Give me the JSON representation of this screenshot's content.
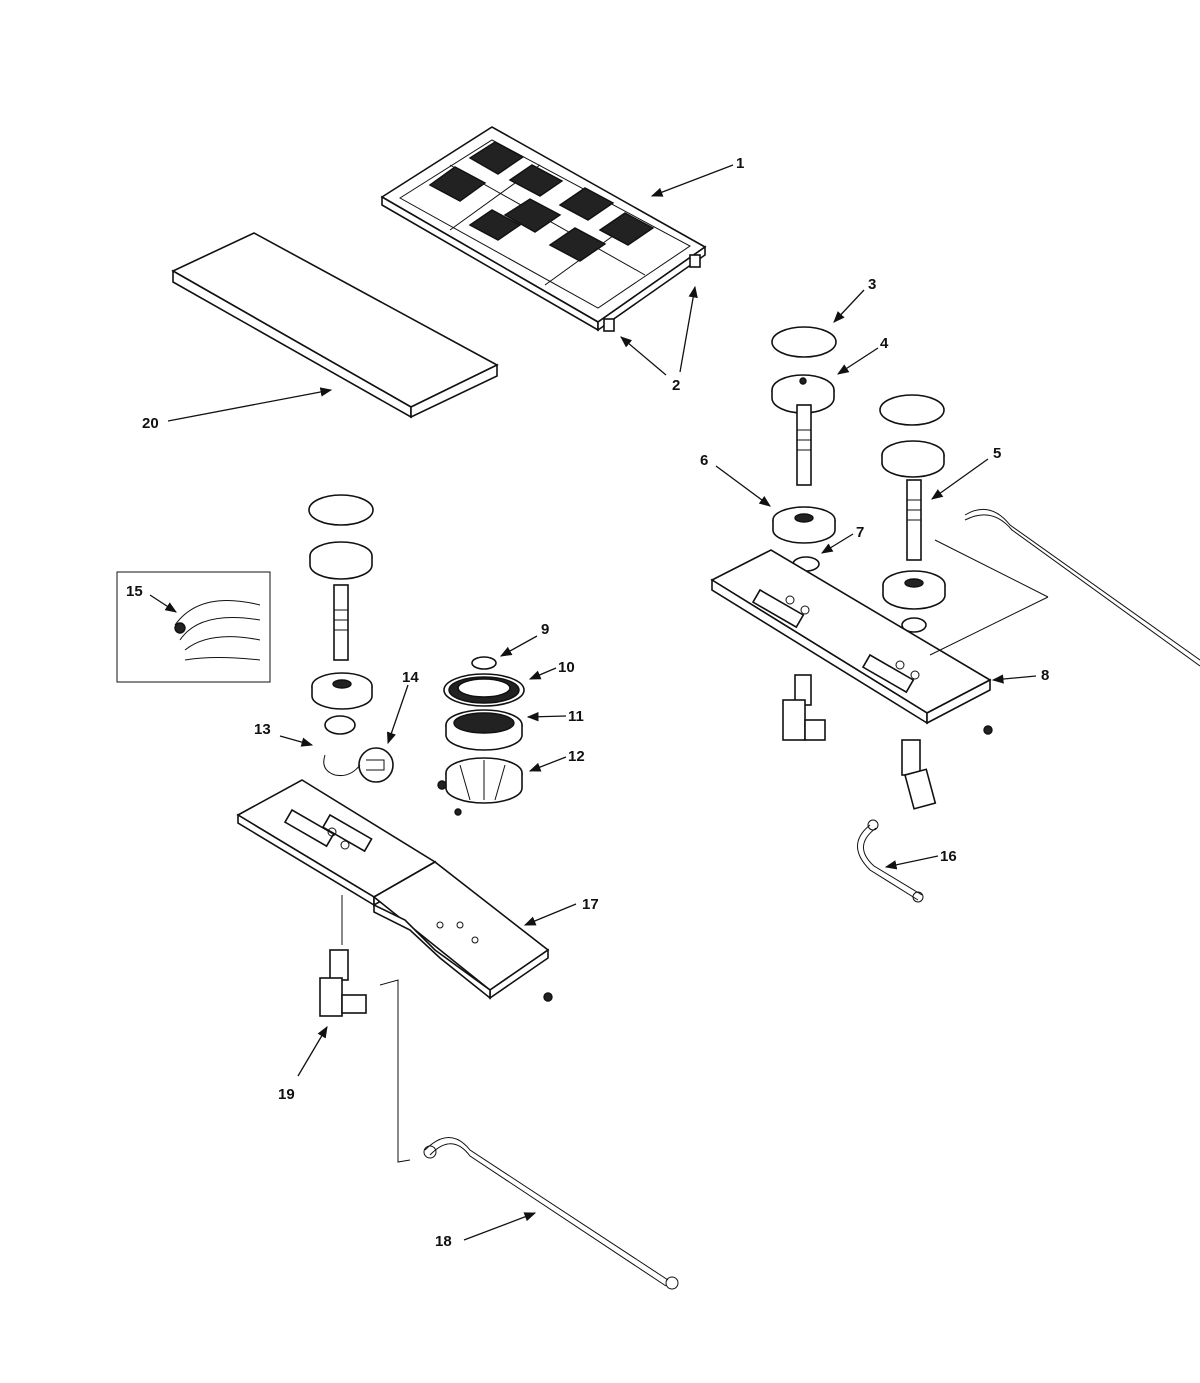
{
  "callouts": [
    {
      "id": "c1",
      "text": "1"
    },
    {
      "id": "c2",
      "text": "2"
    },
    {
      "id": "c3",
      "text": "3"
    },
    {
      "id": "c4",
      "text": "4"
    },
    {
      "id": "c5",
      "text": "5"
    },
    {
      "id": "c6",
      "text": "6"
    },
    {
      "id": "c7",
      "text": "7"
    },
    {
      "id": "c8",
      "text": "8"
    },
    {
      "id": "c9",
      "text": "9"
    },
    {
      "id": "c10",
      "text": "10"
    },
    {
      "id": "c11",
      "text": "11"
    },
    {
      "id": "c12",
      "text": "12"
    },
    {
      "id": "c13",
      "text": "13"
    },
    {
      "id": "c14",
      "text": "14"
    },
    {
      "id": "c15",
      "text": "15"
    },
    {
      "id": "c16",
      "text": "16"
    },
    {
      "id": "c17",
      "text": "17"
    },
    {
      "id": "c18",
      "text": "18"
    },
    {
      "id": "c19",
      "text": "19"
    },
    {
      "id": "c20",
      "text": "20"
    }
  ],
  "colors": {
    "ink": "#111111",
    "paper": "#ffffff"
  }
}
